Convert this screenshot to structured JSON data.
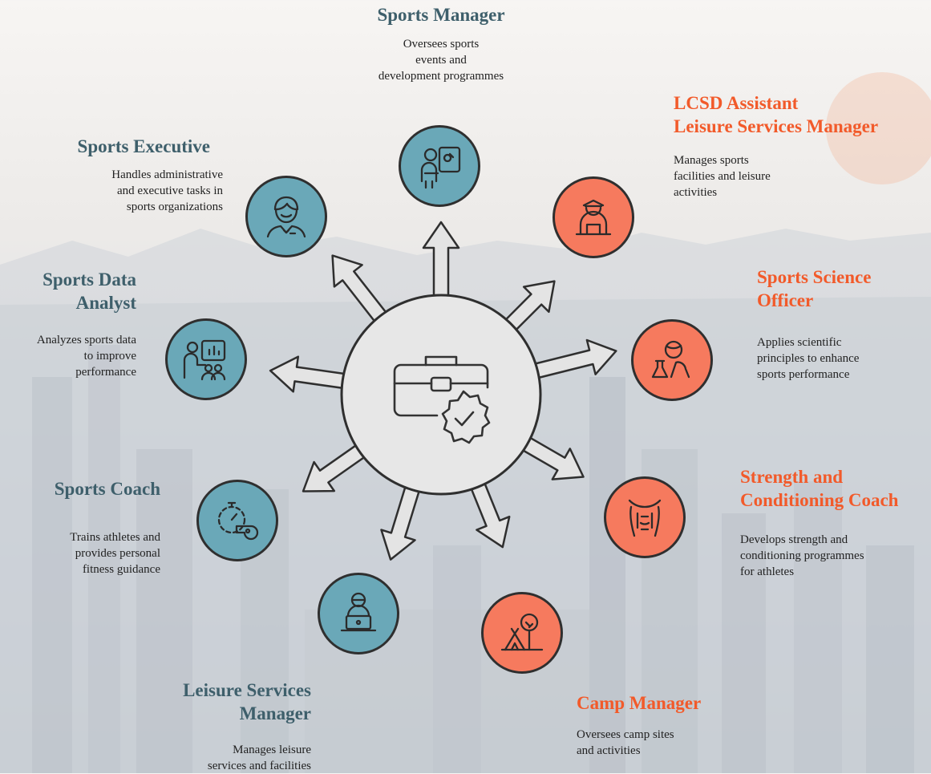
{
  "center": {
    "icon": "briefcase-badge-icon",
    "color": "#e8e8e8"
  },
  "colors": {
    "teal": "#3e5f6b",
    "teal_circle": "#6aa8b8",
    "orange": "#f25a2a",
    "orange_circle": "#f67a5e"
  },
  "roles": [
    {
      "id": "sports-manager",
      "title": "Sports Manager",
      "description": "Oversees sports\nevents and\ndevelopment programmes",
      "icon": "coach-whiteboard-icon",
      "theme": "teal"
    },
    {
      "id": "lcsd-assistant",
      "title": "LCSD Assistant\nLeisure Services Manager",
      "description": "Manages sports\nfacilities and leisure\nactivities",
      "icon": "officer-desk-icon",
      "theme": "orange"
    },
    {
      "id": "sports-science-officer",
      "title": "Sports Science\nOfficer",
      "description": "Applies scientific\nprinciples to enhance\nsports performance",
      "icon": "scientist-flask-icon",
      "theme": "orange"
    },
    {
      "id": "strength-coach",
      "title": "Strength and\nConditioning Coach",
      "description": "Develops strength and\nconditioning programmes\nfor athletes",
      "icon": "torso-muscle-icon",
      "theme": "orange"
    },
    {
      "id": "camp-manager",
      "title": "Camp Manager",
      "description": "Oversees camp sites\nand activities",
      "icon": "tent-tree-icon",
      "theme": "orange"
    },
    {
      "id": "leisure-services-manager",
      "title": "Leisure Services\nManager",
      "description": "Manages leisure\nservices and facilities",
      "icon": "person-laptop-icon",
      "theme": "teal"
    },
    {
      "id": "sports-coach",
      "title": "Sports Coach",
      "description": "Trains athletes and\nprovides personal\nfitness guidance",
      "icon": "stopwatch-whistle-icon",
      "theme": "teal"
    },
    {
      "id": "sports-data-analyst",
      "title": "Sports Data\nAnalyst",
      "description": "Analyzes sports data\nto improve\nperformance",
      "icon": "presenter-chart-icon",
      "theme": "teal"
    },
    {
      "id": "sports-executive",
      "title": "Sports Executive",
      "description": "Handles administrative\nand executive tasks in\nsports organizations",
      "icon": "businessman-icon",
      "theme": "teal"
    }
  ]
}
